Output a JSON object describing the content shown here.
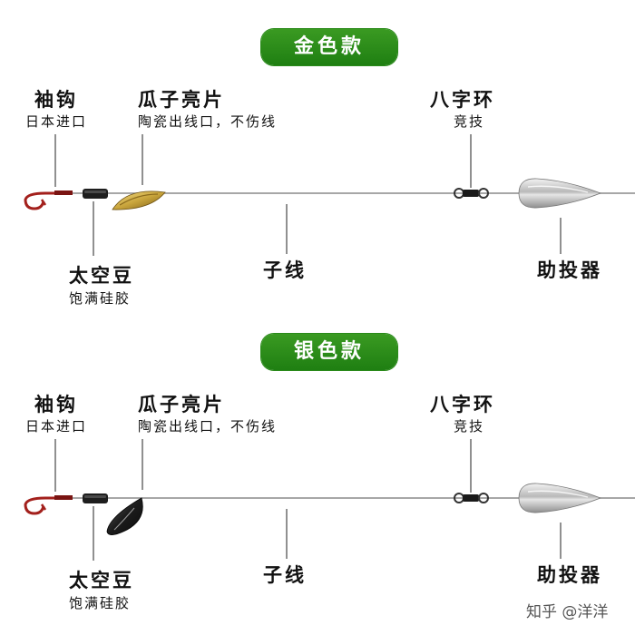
{
  "gold": {
    "title": "金色款",
    "hook_name": "袖钩",
    "hook_note": "日本进口",
    "spoon_name": "瓜子亮片",
    "spoon_note": "陶瓷出线口，不伤线",
    "swivel_name": "八字环",
    "swivel_note": "竞技",
    "bead_name": "太空豆",
    "bead_note": "饱满硅胶",
    "line_name": "子线",
    "float_name": "助投器"
  },
  "silver": {
    "title": "银色款",
    "hook_name": "袖钩",
    "hook_note": "日本进口",
    "spoon_name": "瓜子亮片",
    "spoon_note": "陶瓷出线口，不伤线",
    "swivel_name": "八字环",
    "swivel_note": "竞技",
    "bead_name": "太空豆",
    "bead_note": "饱满硅胶",
    "line_name": "子线",
    "float_name": "助投器"
  },
  "watermark": "知乎 @洋洋",
  "colors": {
    "badge_green": "#2a8a1a",
    "hook_red": "#a3201c",
    "gold_spoon": "#c9a53c",
    "silver_spoon": "#2a2a2a",
    "line": "#888888"
  }
}
